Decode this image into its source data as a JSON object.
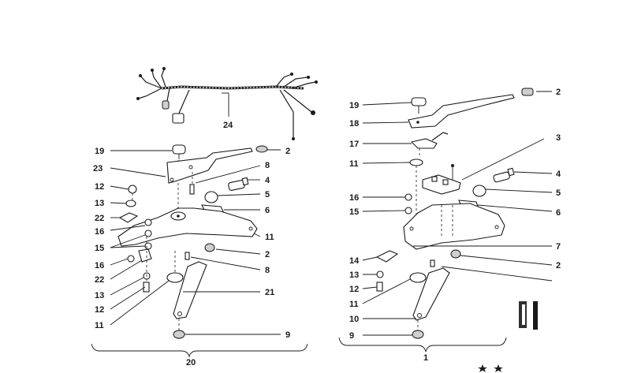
{
  "left_assembly": {
    "group_label": "20",
    "callouts": {
      "harness": "24",
      "handle_grip": "19",
      "cap": "2",
      "lever": "23",
      "spring_pin": "8",
      "bushing": "12",
      "switch": "4",
      "nut": "13",
      "sleeve": "5",
      "clip": "22",
      "bracket": "6",
      "washer_a": "16",
      "pivot_plate": "11",
      "washer_b": "15",
      "cap_lower": "2",
      "washer_c": "16",
      "pin_lower": "8",
      "clip_lower": "22",
      "arm": "21",
      "nut_lower": "13",
      "bushing_lower": "12",
      "plate_lower": "11",
      "cap_nut": "9"
    }
  },
  "right_assembly": {
    "group_label": "1",
    "callouts": {
      "cap_top": "2",
      "handle_grip": "19",
      "lever": "18",
      "wire_clip": "17",
      "switch_block": "3",
      "pivot_plate": "11",
      "switch": "4",
      "washer_a": "16",
      "sleeve": "5",
      "washer_b": "15",
      "bracket": "6",
      "base_plate": "7",
      "clip": "14",
      "cap_lower": "2",
      "nut": "13",
      "bushing": "12",
      "plate_lower": "11",
      "arm_end": "10",
      "cap_nut": "9"
    }
  }
}
